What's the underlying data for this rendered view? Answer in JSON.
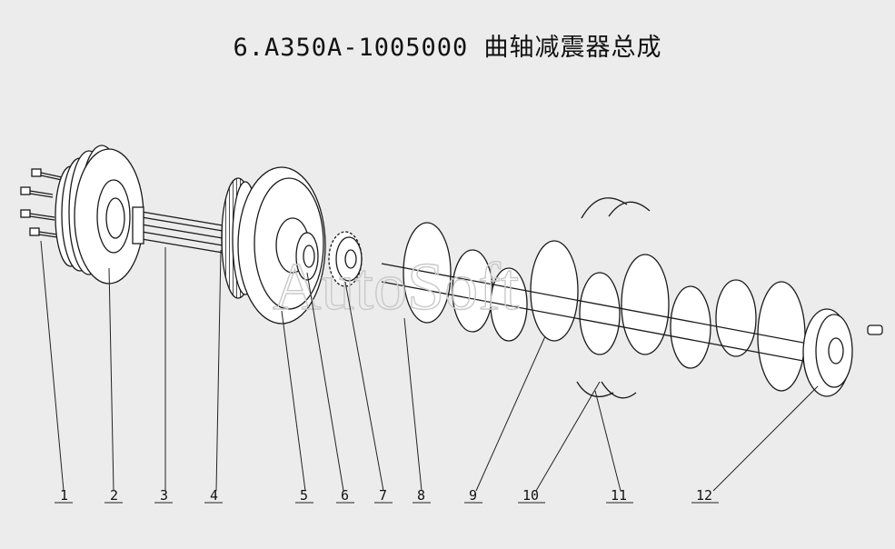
{
  "title": "6.A350A-1005000 曲轴减震器总成",
  "watermark": "AutoSoft",
  "callouts": [
    "1",
    "2",
    "3",
    "4",
    "5",
    "6",
    "7",
    "8",
    "9",
    "10",
    "11",
    "12"
  ]
}
